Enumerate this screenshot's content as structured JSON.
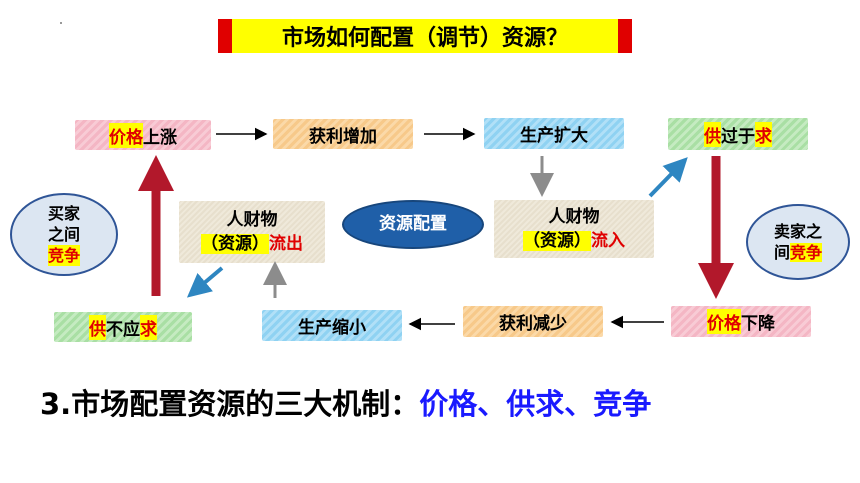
{
  "title": "市场如何配置（调节）资源？",
  "boxes": {
    "price_up": {
      "a": "价格",
      "b": "上涨"
    },
    "profit_up": "获利增加",
    "prod_expand": "生产扩大",
    "supply_exceeds": {
      "a": "供",
      "b": "过于",
      "c": "求"
    },
    "resources_out": {
      "l1": "人财物",
      "l2": "（资源）",
      "l3": "流出"
    },
    "resources_in": {
      "l1": "人财物",
      "l2": "（资源）",
      "l3": "流入"
    },
    "center": "资源配置",
    "supply_short": {
      "a": "供",
      "b": "不应",
      "c": "求"
    },
    "prod_shrink": "生产缩小",
    "profit_down": "获利减少",
    "price_down": {
      "a": "价格",
      "b": "下降"
    }
  },
  "buyers": {
    "l1": "买家",
    "l2": "之间",
    "l3": "竞争"
  },
  "sellers": {
    "l1": "卖家之",
    "l2a": "间",
    "l2b": "竞争"
  },
  "bottom": {
    "prefix": "3.市场配置资源的三大机制：",
    "terms": "价格、供求、竞争"
  },
  "colors": {
    "highlight": "#ffff00",
    "red": "#e00000",
    "blue_text": "#1a1aff",
    "arrow_blue": "#2e86c1"
  }
}
